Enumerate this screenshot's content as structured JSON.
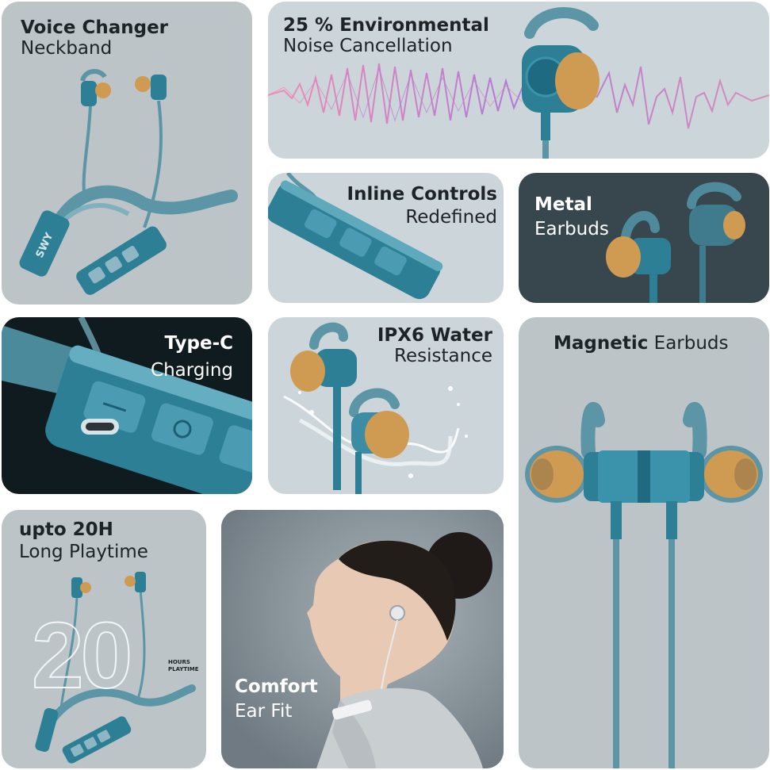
{
  "colors": {
    "tile_light": "#bcc4c8",
    "tile_lighter": "#ccd5d9",
    "tile_dark": "#37474d",
    "tile_darkest": "#0f1b1f",
    "tile_portrait": "#8b959c",
    "product_blue": "#2d7f96",
    "product_teal": "#5b95a6",
    "earbud_tip": "#cf9a52"
  },
  "tiles": {
    "voice_changer": {
      "title": "Voice Changer",
      "subtitle": "Neckband",
      "logo": "SWY"
    },
    "noise_cancellation": {
      "title": "25 % Environmental",
      "subtitle": "Noise Cancellation"
    },
    "inline_controls": {
      "title": "Inline Controls",
      "subtitle": "Redefined"
    },
    "metal_earbuds": {
      "title": "Metal",
      "subtitle": "Earbuds"
    },
    "type_c": {
      "title": "Type-C",
      "subtitle": "Charging"
    },
    "water_resistance": {
      "title": "IPX6 Water",
      "subtitle": "Resistance"
    },
    "magnetic_earbuds": {
      "title_bold": "Magnetic",
      "title_regular": " Earbuds"
    },
    "playtime": {
      "title": "upto 20H",
      "subtitle": "Long Playtime",
      "big_number": "20",
      "hours_label": "HOURS",
      "playtime_label": "PLAYTIME"
    },
    "comfort": {
      "title": "Comfort",
      "subtitle": "Ear Fit"
    }
  },
  "icons": {
    "neckband_image": "neckband-icon",
    "soundwave_image": "soundwave-icon",
    "earbud_image": "earbud-icon",
    "controls_image": "inline-controls-icon",
    "water_splash_image": "water-splash-icon",
    "portrait_image": "woman-portrait-icon"
  }
}
